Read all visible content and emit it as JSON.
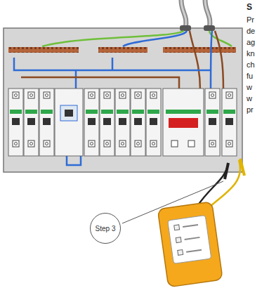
{
  "diagram": {
    "nodes": [
      {
        "text": [
          "Step 3"
        ]
      }
    ],
    "labels": [
      "S",
      "Pr",
      "de",
      "ag",
      "kn",
      "ch",
      "fu",
      "w",
      "w",
      "pr"
    ]
  }
}
